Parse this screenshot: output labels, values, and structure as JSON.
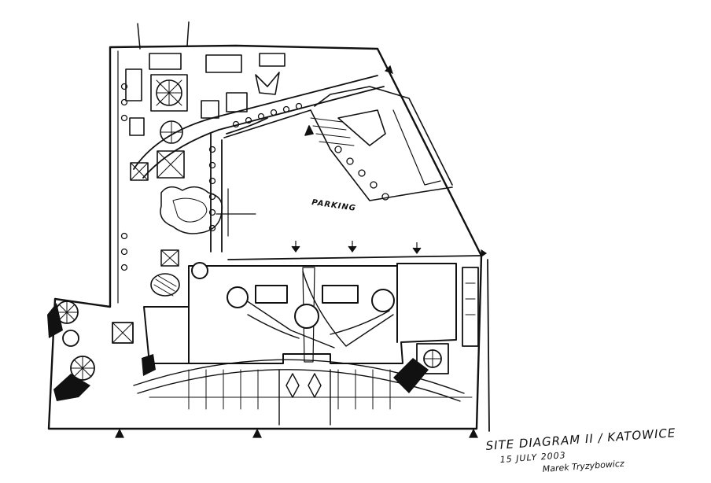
{
  "diagram": {
    "label_parking": "PARKING",
    "caption_title": "SITE DIAGRAM II / KATOWICE",
    "caption_date": "15 JULY 2003",
    "caption_signature": "Marek Tryzybowicz"
  },
  "colors": {
    "ink": "#111111",
    "paper": "#ffffff"
  }
}
